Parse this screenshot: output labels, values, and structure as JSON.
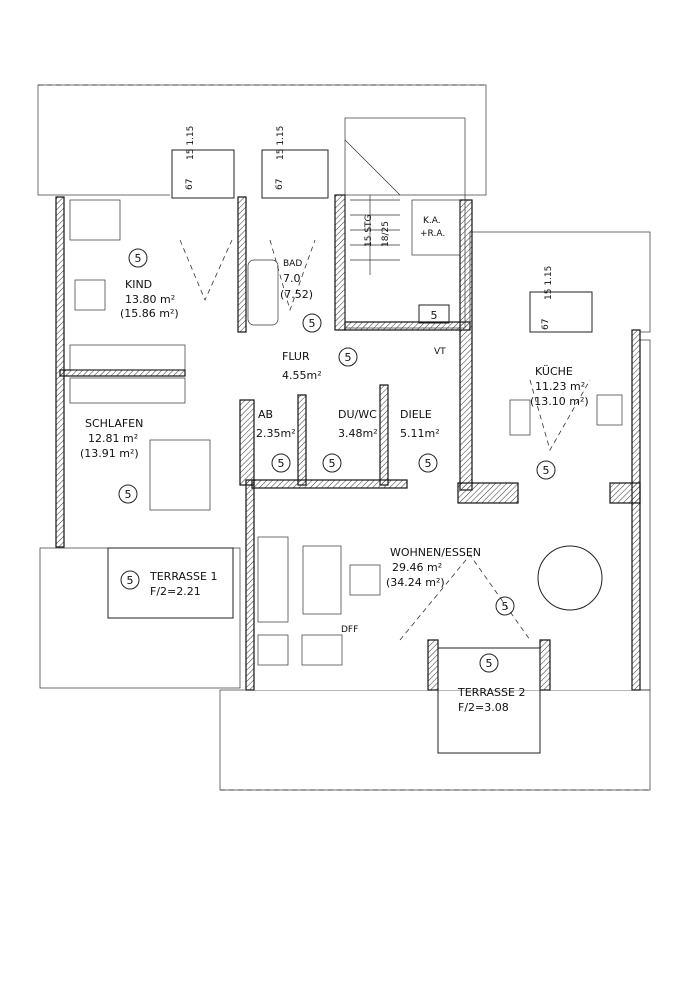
{
  "rooms": {
    "kind": {
      "name": "KIND",
      "area": "13.80 m²",
      "area_gross": "(15.86 m²)"
    },
    "bad": {
      "name": "BAD",
      "area": "7.0",
      "area_gross": "(7.52)"
    },
    "flur": {
      "name": "FLUR",
      "area": "4.55m²"
    },
    "schlafen": {
      "name": "SCHLAFEN",
      "area": "12.81 m²",
      "area_gross": "(13.91 m²)"
    },
    "ab": {
      "name": "AB",
      "area": "2.35m²"
    },
    "du_wc": {
      "name": "DU/WC",
      "area": "3.48m²"
    },
    "diele": {
      "name": "DIELE",
      "area": "5.11m²"
    },
    "kueche": {
      "name": "KÜCHE",
      "area": "11.23 m²",
      "area_gross": "(13.10 m²)"
    },
    "wohnen": {
      "name": "WOHNEN/ESSEN",
      "area": "29.46 m²",
      "area_gross": "(34.24 m²)"
    },
    "terrasse1": {
      "name": "TERRASSE 1",
      "area": "F/2=2.21"
    },
    "terrasse2": {
      "name": "TERRASSE 2",
      "area": "F/2=3.08"
    }
  },
  "annotations": {
    "window_dim": "15 1.15",
    "window_depth": "67",
    "stairs_steps": "15 STG",
    "stairs_ratio": "18/25",
    "ka_ra": "K.A.",
    "ka_ra2": "+R.A.",
    "vt": "VT",
    "box_5": "5",
    "dff": "DFF",
    "marker": "5"
  }
}
